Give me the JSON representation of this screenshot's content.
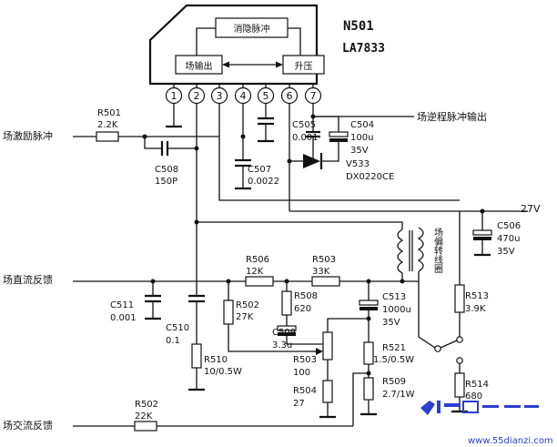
{
  "chip": {
    "ref": "N501",
    "part": "LA7833",
    "blocks": {
      "blanking": "消隐脉冲",
      "output": "场输出",
      "boost": "升压"
    },
    "pins": [
      "1",
      "2",
      "3",
      "4",
      "5",
      "6",
      "7"
    ]
  },
  "signals": {
    "v_drive_in": "场激励脉冲",
    "flyback_out": "场逆程脉冲输出",
    "dc_feedback": "场直流反馈",
    "ac_feedback": "场交流反馈",
    "supply": "27V",
    "yoke": "场偏转线圈"
  },
  "components": {
    "r501": {
      "ref": "R501",
      "value": "2.2K"
    },
    "c508": {
      "ref": "C508",
      "value": "150P"
    },
    "c507": {
      "ref": "C507",
      "value": "0.0022"
    },
    "c505": {
      "ref": "C505",
      "value": "0.001"
    },
    "c504": {
      "ref": "C504",
      "value": "100u",
      "voltage": "35V"
    },
    "v533": {
      "ref": "V533",
      "part": "DX0220CE"
    },
    "c506": {
      "ref": "C506",
      "value": "470u",
      "voltage": "35V"
    },
    "r506": {
      "ref": "R506",
      "value": "12K"
    },
    "r503a": {
      "ref": "R503",
      "value": "33K"
    },
    "r502a": {
      "ref": "R502",
      "value": "27K"
    },
    "r508": {
      "ref": "R508",
      "value": "620"
    },
    "c509": {
      "ref": "C509",
      "value": "3.3u"
    },
    "c513": {
      "ref": "C513",
      "value": "1000u",
      "voltage": "35V"
    },
    "r513": {
      "ref": "R513",
      "value": "3.9K"
    },
    "c511": {
      "ref": "C511",
      "value": "0.001"
    },
    "c510": {
      "ref": "C510",
      "value": "0.1"
    },
    "r510": {
      "ref": "R510",
      "value": "10/0.5W"
    },
    "r503b": {
      "ref": "R503",
      "value": "100"
    },
    "r504": {
      "ref": "R504",
      "value": "27"
    },
    "r521": {
      "ref": "R521",
      "value": "1.5/0.5W"
    },
    "r509": {
      "ref": "R509",
      "value": "2.7/1W"
    },
    "r514": {
      "ref": "R514",
      "value": "680"
    },
    "r502b": {
      "ref": "R502",
      "value": "22K"
    }
  },
  "watermark": {
    "url": "www.55dianzi.com",
    "colors": {
      "logo": "#2a3fd0"
    }
  }
}
